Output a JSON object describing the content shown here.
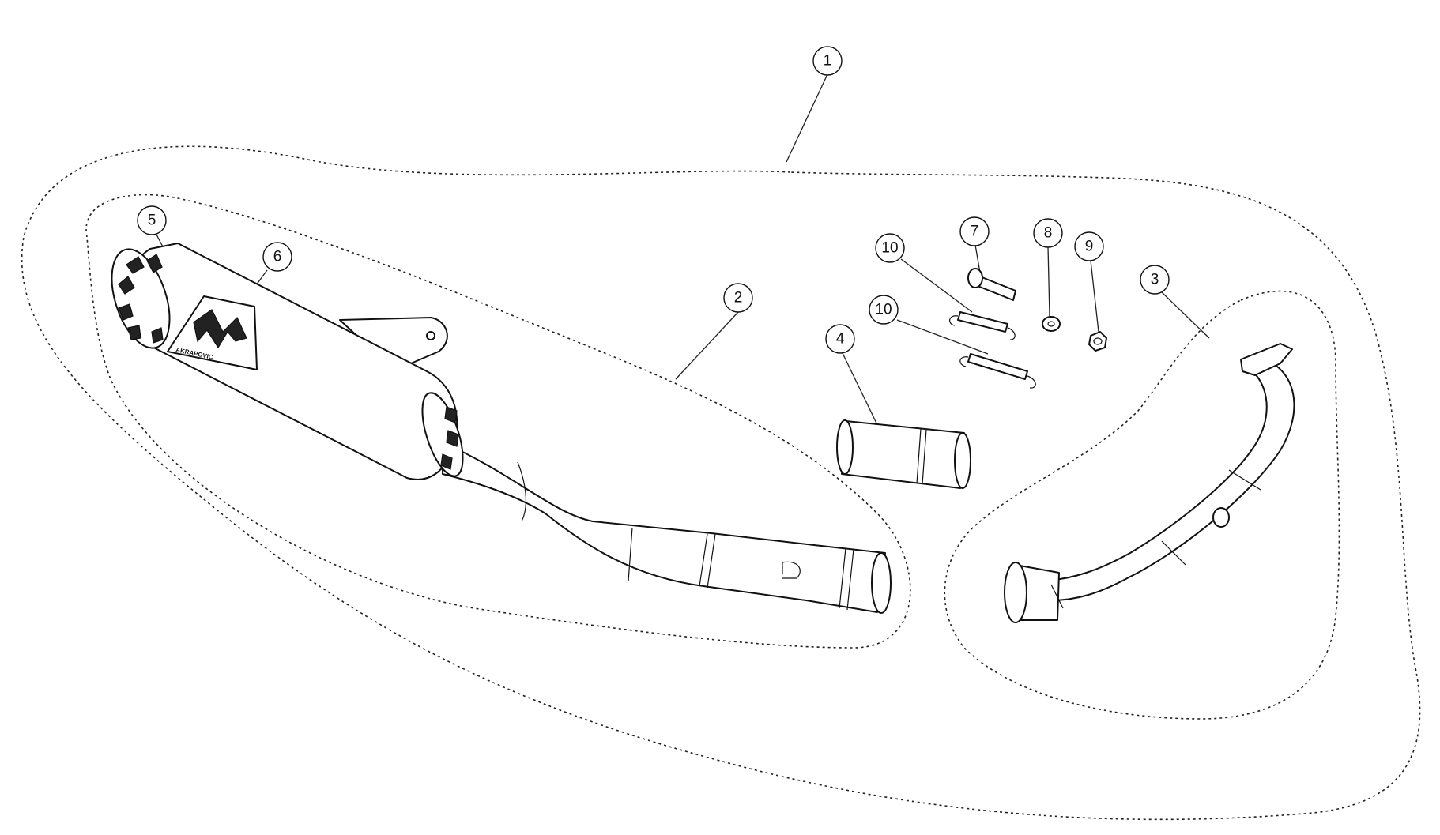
{
  "diagram": {
    "callouts": [
      {
        "id": "1",
        "label": "1"
      },
      {
        "id": "2",
        "label": "2"
      },
      {
        "id": "3",
        "label": "3"
      },
      {
        "id": "4",
        "label": "4"
      },
      {
        "id": "5",
        "label": "5"
      },
      {
        "id": "6",
        "label": "6"
      },
      {
        "id": "7",
        "label": "7"
      },
      {
        "id": "8",
        "label": "8"
      },
      {
        "id": "9",
        "label": "9"
      },
      {
        "id": "10a",
        "label": "10"
      },
      {
        "id": "10b",
        "label": "10"
      }
    ],
    "logo_text": "AKRAPOVIC"
  }
}
